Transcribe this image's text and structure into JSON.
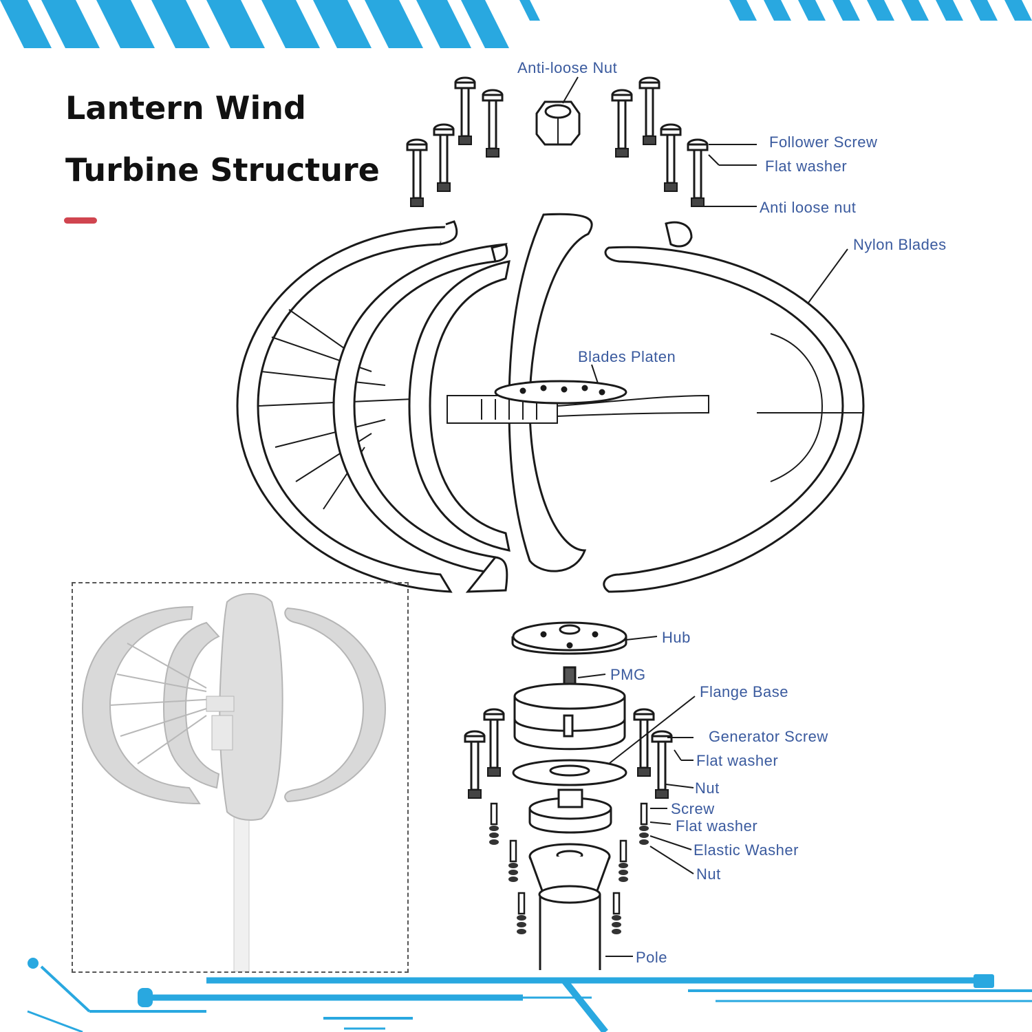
{
  "title": {
    "line1": "Lantern Wind",
    "line2": "Turbine Structure"
  },
  "labels": {
    "anti_loose_nut_top": "Anti-loose Nut",
    "follower_screw": "Follower Screw",
    "flat_washer_top": "Flat washer",
    "anti_loose_nut": "Anti loose nut",
    "nylon_blades": "Nylon Blades",
    "blades_platen": "Blades Platen",
    "hub": "Hub",
    "pmg": "PMG",
    "flange_base": "Flange Base",
    "generator_screw": "Generator Screw",
    "flat_washer_mid": "Flat washer",
    "nut_mid": "Nut",
    "screw": "Screw",
    "flat_washer_low": "Flat washer",
    "elastic_washer": "Elastic Washer",
    "nut_low": "Nut",
    "pole": "Pole"
  },
  "colors": {
    "stripe_blue": "#29a8e0",
    "label_blue": "#3a5a9e",
    "line_dark": "#1a1a1a",
    "accent_red": "#d0454f",
    "photo_gray": "#d9d9d9"
  },
  "icons": {
    "bolt": "bolt-icon",
    "hex_nut": "hex-nut-icon",
    "washer": "washer-icon"
  }
}
